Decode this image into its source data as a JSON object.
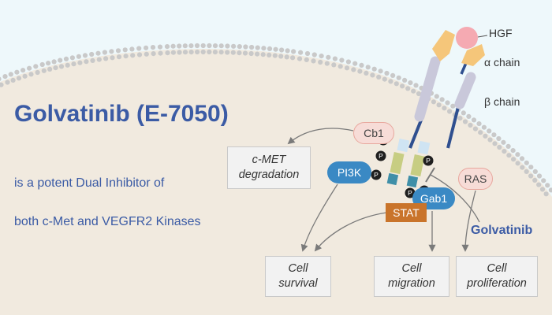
{
  "title": "Golvatinib (E-7050)",
  "subtitle_line1": "is a potent Dual Inhibitor of",
  "subtitle_line2": "both c-Met and VEGFR2 Kinases",
  "receptor": {
    "ligand": "HGF",
    "alpha_chain": "α chain",
    "beta_chain": "β chain",
    "phospho_mark": "P"
  },
  "nodes": {
    "cb1": "Cb1",
    "pi3k": "PI3K",
    "gab1": "Gab1",
    "stat": "STAT",
    "ras": "RAS"
  },
  "inhibitor": "Golvatinib",
  "outcomes": {
    "cmet_degradation": "c-MET\ndegradation",
    "cell_survival": "Cell\nsurvival",
    "cell_migration": "Cell\nmigration",
    "cell_proliferation": "Cell\nproliferation"
  },
  "colors": {
    "title": "#3b5ba5",
    "cytoplasm": "#f1eadf",
    "background": "#eef8fb",
    "membrane_bead": "#c9c9c9",
    "receptor_chain": "#c9c8da",
    "stalk": "#2f4f8f",
    "alpha_subunit": "#f5c67a",
    "ligand": "#f5aab2",
    "pill_blue": "#3a89c4",
    "pill_pink": "#f7dcd7",
    "stat": "#c9742b",
    "kinase_green": "#c7cd82",
    "kinase_teal": "#3f8fa8",
    "kinase_lightblue": "#cfe4f3",
    "arrow": "#7a7a7a"
  }
}
